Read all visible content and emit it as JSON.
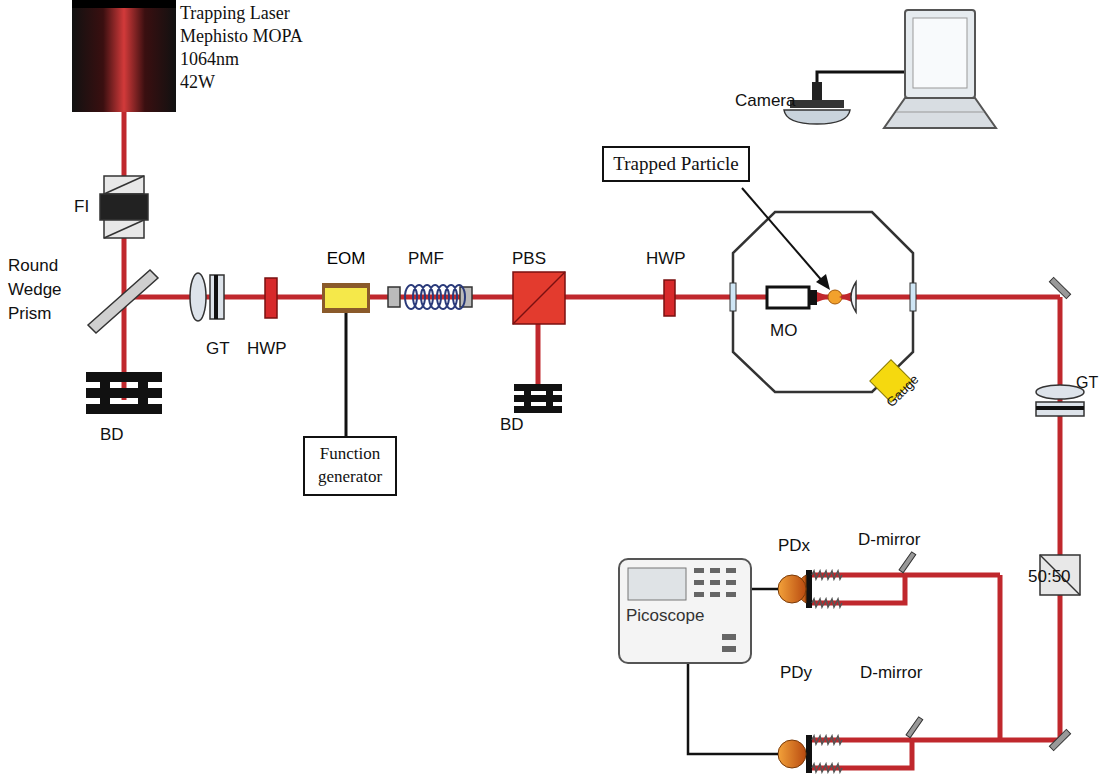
{
  "diagram": {
    "nodes": [
      {
        "text": [
          "Trapped Particle"
        ]
      },
      {
        "text": [
          "EOM"
        ]
      },
      {
        "text": [
          "Function generator"
        ]
      },
      {
        "text": [
          "Picoscope"
        ]
      }
    ],
    "edges": [
      {
        "from": 1,
        "to": 2,
        "arrow": "none"
      }
    ],
    "labels": [
      "Trapping Laser",
      "Mephisto MOPA",
      "1064nm",
      "42W",
      "FI",
      "Round Wedge Prism",
      "BD",
      "GT",
      "HWP",
      "PMF",
      "PBS",
      "BD",
      "HWP",
      "MO",
      "Gauge",
      "Camera",
      "GT",
      "50:50",
      "D-mirror",
      "PDx",
      "D-mirror",
      "PDy"
    ]
  }
}
